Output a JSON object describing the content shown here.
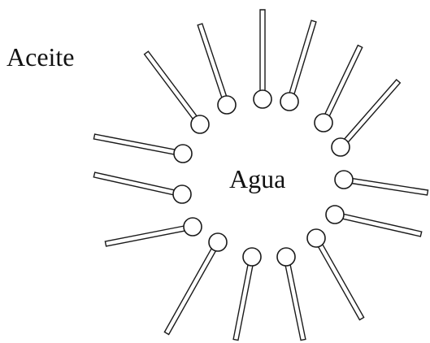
{
  "labels": {
    "oil": "Aceite",
    "water": "Agua"
  },
  "molecules": [
    {
      "part": "phospholipid"
    },
    {
      "part": "phospholipid"
    },
    {
      "part": "phospholipid"
    },
    {
      "part": "phospholipid"
    },
    {
      "part": "phospholipid"
    },
    {
      "part": "phospholipid"
    },
    {
      "part": "phospholipid"
    },
    {
      "part": "phospholipid"
    },
    {
      "part": "phospholipid"
    },
    {
      "part": "phospholipid"
    },
    {
      "part": "phospholipid"
    },
    {
      "part": "phospholipid"
    },
    {
      "part": "phospholipid"
    },
    {
      "part": "phospholipid"
    },
    {
      "part": "phospholipid"
    }
  ]
}
